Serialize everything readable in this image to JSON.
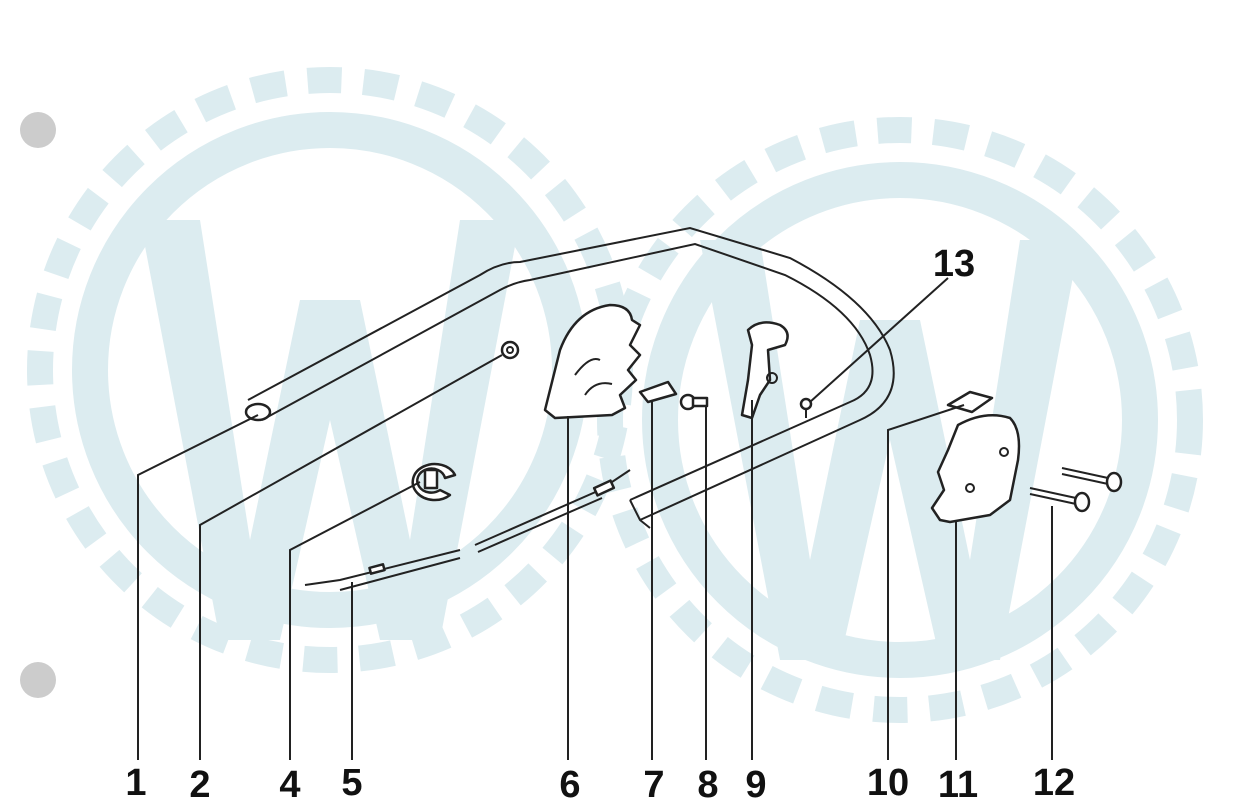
{
  "diagram": {
    "callouts": [
      {
        "id": "c1",
        "label": "1"
      },
      {
        "id": "c2",
        "label": "2"
      },
      {
        "id": "c4",
        "label": "4"
      },
      {
        "id": "c5",
        "label": "5"
      },
      {
        "id": "c6",
        "label": "6"
      },
      {
        "id": "c7",
        "label": "7"
      },
      {
        "id": "c8",
        "label": "8"
      },
      {
        "id": "c9",
        "label": "9"
      },
      {
        "id": "c10",
        "label": "10"
      },
      {
        "id": "c11",
        "label": "11"
      },
      {
        "id": "c12",
        "label": "12"
      },
      {
        "id": "c13",
        "label": "13"
      }
    ],
    "colors": {
      "line": "#222222",
      "watermark": "#dcecf0"
    }
  }
}
